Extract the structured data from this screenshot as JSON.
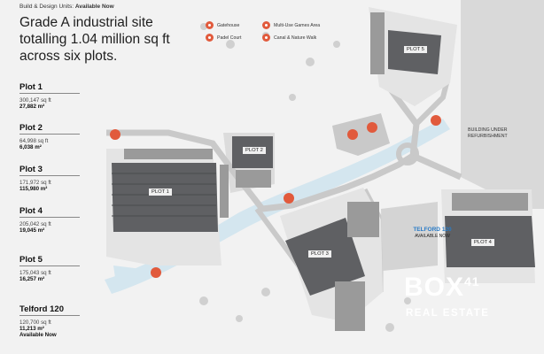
{
  "header": {
    "prefix": "Build & Design Units:",
    "status": "Available Now"
  },
  "headline": [
    "Grade A industrial site",
    "totalling 1.04 million sq ft",
    "across six plots."
  ],
  "plots": [
    {
      "name": "Plot 1",
      "sqft": "300,147 sq ft",
      "sqm": "27,882 m²"
    },
    {
      "name": "Plot 2",
      "sqft": "64,998 sq ft",
      "sqm": "6,038 m²"
    },
    {
      "name": "Plot 3",
      "sqft": "171,972 sq ft",
      "sqm": "115,980 m²"
    },
    {
      "name": "Plot 4",
      "sqft": "205,042 sq ft",
      "sqm": "19,045 m²"
    },
    {
      "name": "Plot 5",
      "sqft": "175,043 sq ft",
      "sqm": "16,257 m²"
    },
    {
      "name": "Telford 120",
      "sqft": "120,700 sq ft",
      "sqm": "11,213 m²",
      "availability": "Available Now"
    }
  ],
  "legend": [
    {
      "label": "Gatehouse"
    },
    {
      "label": "Padel Court"
    },
    {
      "label": "Multi-Use Games Area"
    },
    {
      "label": "Canal & Nature Walk"
    }
  ],
  "map_labels": {
    "plot1": "PLOT 1",
    "plot2": "PLOT 2",
    "plot3": "PLOT 3",
    "plot4": "PLOT 4",
    "plot5": "PLOT 5",
    "building_note": [
      "BUILDING UNDER",
      "REFURBISHMENT"
    ],
    "telford_logo": "TELFORD",
    "telford_num": "120",
    "telford_avail": "AVAILABLE NOW"
  },
  "brand": {
    "name": "BOX",
    "superscript": "41",
    "subtitle": "REAL ESTATE"
  },
  "colors": {
    "accent": "#e15a3c",
    "water": "#d4e6ef",
    "road": "#c9c9c9",
    "building": "#5f6063",
    "telford_blue": "#2a7cc7"
  }
}
